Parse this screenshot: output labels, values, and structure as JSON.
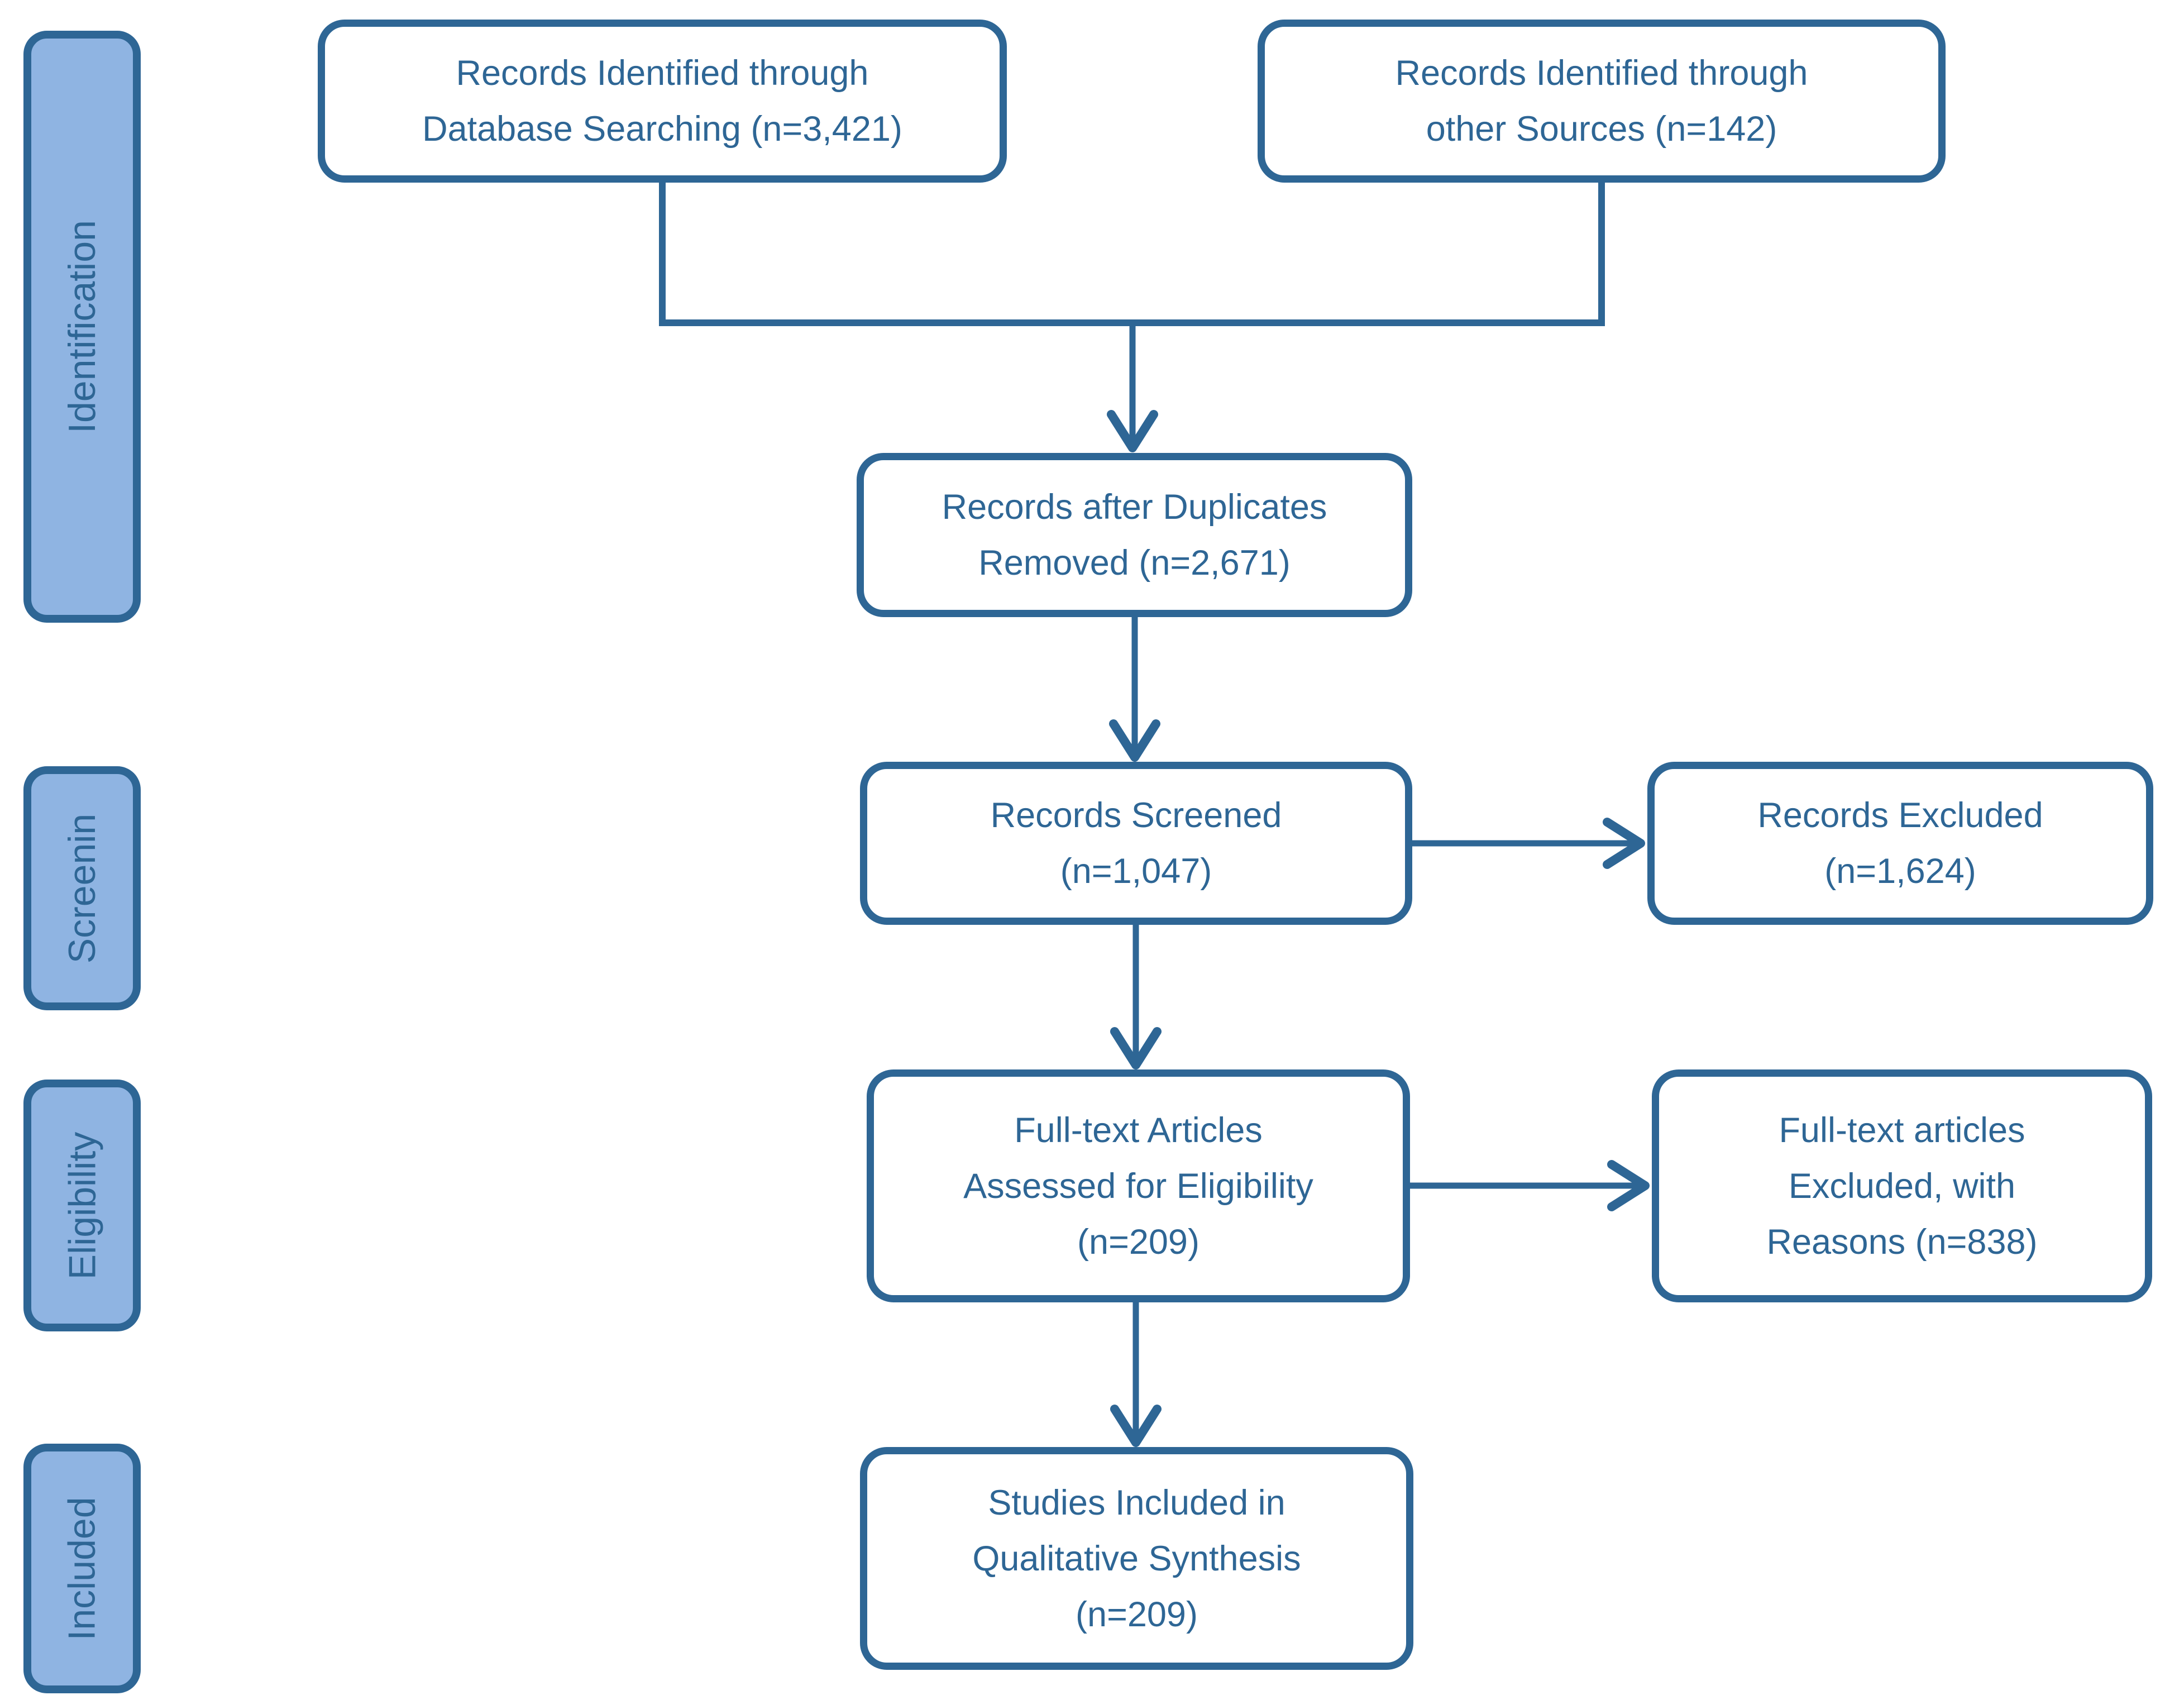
{
  "diagram": {
    "colors": {
      "accent": "#2e6695",
      "stage_fill": "#8fb4e2",
      "node_fill": "#ffffff",
      "background": "#ffffff"
    },
    "stages": [
      {
        "label": "Identification"
      },
      {
        "label": "Screenin"
      },
      {
        "label": "Eligibility"
      },
      {
        "label": "Included"
      }
    ],
    "nodes": [
      {
        "id": "records-identified-database",
        "lines": [
          "Records Identified through",
          "Database Searching (n=3,421)"
        ]
      },
      {
        "id": "records-identified-other",
        "lines": [
          "Records Identified through",
          "other Sources (n=142)"
        ]
      },
      {
        "id": "records-after-duplicates",
        "lines": [
          "Records after Duplicates",
          "Removed (n=2,671)"
        ]
      },
      {
        "id": "records-screened",
        "lines": [
          "Records Screened",
          "(n=1,047)"
        ]
      },
      {
        "id": "records-excluded",
        "lines": [
          "Records Excluded",
          "(n=1,624)"
        ]
      },
      {
        "id": "fulltext-assessed",
        "lines": [
          "Full-text Articles",
          "Assessed for Eligibility",
          "(n=209)"
        ]
      },
      {
        "id": "fulltext-excluded",
        "lines": [
          "Full-text articles",
          "Excluded, with",
          "Reasons (n=838)"
        ]
      },
      {
        "id": "studies-included",
        "lines": [
          "Studies Included in",
          "Qualitative Synthesis",
          "(n=209)"
        ]
      }
    ]
  }
}
